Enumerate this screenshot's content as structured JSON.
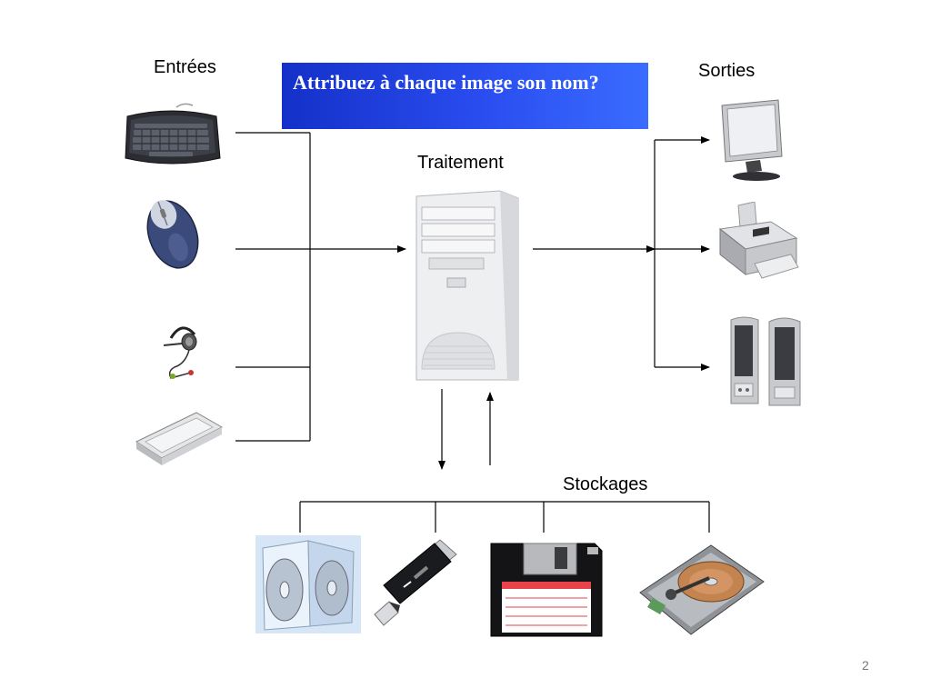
{
  "labels": {
    "inputs": "Entrées",
    "outputs": "Sorties",
    "processing": "Traitement",
    "storage": "Stockages"
  },
  "banner": {
    "text": "Attribuez à chaque image son nom?"
  },
  "page_number": "2",
  "icons": {
    "inputs": [
      "keyboard-icon",
      "mouse-icon",
      "headset-icon",
      "scanner-icon"
    ],
    "processing": [
      "computer-tower-icon"
    ],
    "outputs": [
      "monitor-icon",
      "printer-icon",
      "speakers-icon"
    ],
    "storage": [
      "cd-case-icon",
      "usb-drive-icon",
      "floppy-disk-icon",
      "hard-drive-icon"
    ]
  },
  "colors": {
    "banner": "#2a4df0",
    "banner_text": "#ffffff",
    "lines": "#000000"
  }
}
